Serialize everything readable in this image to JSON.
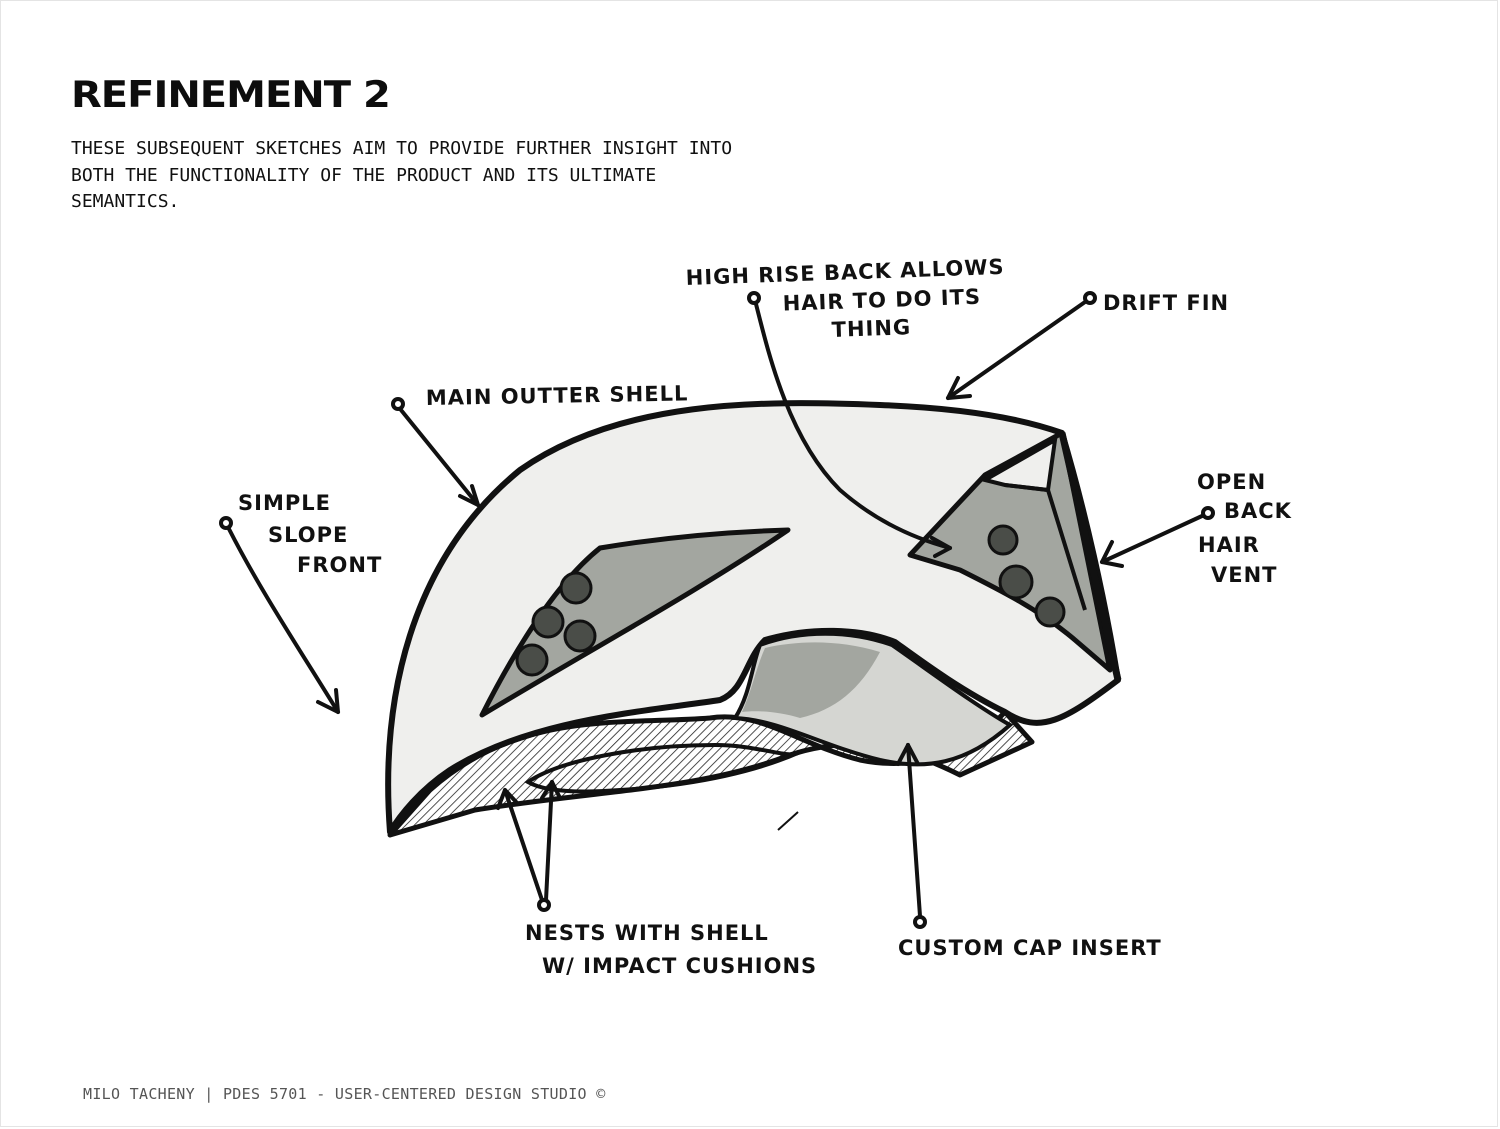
{
  "page": {
    "title": "REFINEMENT 2",
    "intro_lines": [
      "THESE SUBSEQUENT SKETCHES AIM TO PROVIDE FURTHER INSIGHT INTO",
      "BOTH THE FUNCTIONALITY OF THE PRODUCT AND ITS ULTIMATE",
      "SEMANTICS."
    ],
    "footer": "MILO TACHENY | PDES 5701 - USER-CENTERED DESIGN STUDIO ©"
  },
  "annotations": {
    "high_rise_back": [
      "HIGH RISE BACK ALLOWS",
      "HAIR TO DO ITS",
      "THING"
    ],
    "drift_fin": [
      "DRIFT FIN"
    ],
    "main_outer_shell": [
      "MAIN OUTTER SHELL"
    ],
    "simple_slope_front": [
      "SIMPLE",
      "SLOPE",
      "FRONT"
    ],
    "open_back_hair_vent": [
      "OPEN",
      "BACK",
      "HAIR",
      "VENT"
    ],
    "nests_with_shell": [
      "NESTS WITH SHELL",
      "W/ IMPACT CUSHIONS"
    ],
    "custom_cap_insert": [
      "CUSTOM CAP INSERT"
    ]
  },
  "colors": {
    "ink": "#111111",
    "shell": "#efefed",
    "vent": "#a3a6a0",
    "insert": "#d5d6d2"
  }
}
